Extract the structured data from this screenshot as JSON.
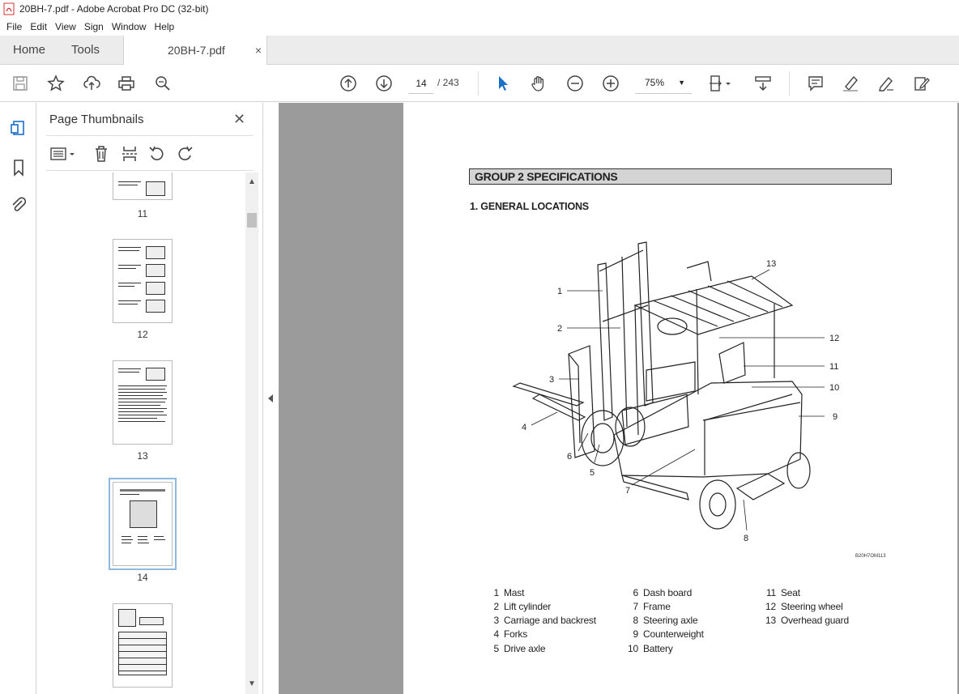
{
  "window": {
    "title": "20BH-7.pdf - Adobe Acrobat Pro DC (32-bit)"
  },
  "menu": [
    "File",
    "Edit",
    "View",
    "Sign",
    "Window",
    "Help"
  ],
  "tabs": {
    "home": "Home",
    "tools": "Tools",
    "document": "20BH-7.pdf",
    "close": "×"
  },
  "toolbar": {
    "current_page": "14",
    "total_pages": "/ 243",
    "zoom": "75%"
  },
  "panel": {
    "title": "Page Thumbnails",
    "thumbnails": [
      {
        "page": "11"
      },
      {
        "page": "12"
      },
      {
        "page": "13"
      },
      {
        "page": "14",
        "selected": true
      },
      {
        "page": ""
      }
    ]
  },
  "document": {
    "group_title": "GROUP 2  SPECIFICATIONS",
    "section_title": "1. GENERAL LOCATIONS",
    "figure_code": "B20H7OM113",
    "callouts": [
      "1",
      "2",
      "3",
      "4",
      "5",
      "6",
      "7",
      "8",
      "9",
      "10",
      "11",
      "12",
      "13"
    ],
    "legend": [
      {
        "num": "1",
        "label": "Mast"
      },
      {
        "num": "2",
        "label": "Lift cylinder"
      },
      {
        "num": "3",
        "label": "Carriage and backrest"
      },
      {
        "num": "4",
        "label": "Forks"
      },
      {
        "num": "5",
        "label": "Drive axle"
      },
      {
        "num": "6",
        "label": "Dash board"
      },
      {
        "num": "7",
        "label": "Frame"
      },
      {
        "num": "8",
        "label": "Steering axle"
      },
      {
        "num": "9",
        "label": "Counterweight"
      },
      {
        "num": "10",
        "label": "Battery"
      },
      {
        "num": "11",
        "label": "Seat"
      },
      {
        "num": "12",
        "label": "Steering wheel"
      },
      {
        "num": "13",
        "label": "Overhead guard"
      }
    ]
  }
}
